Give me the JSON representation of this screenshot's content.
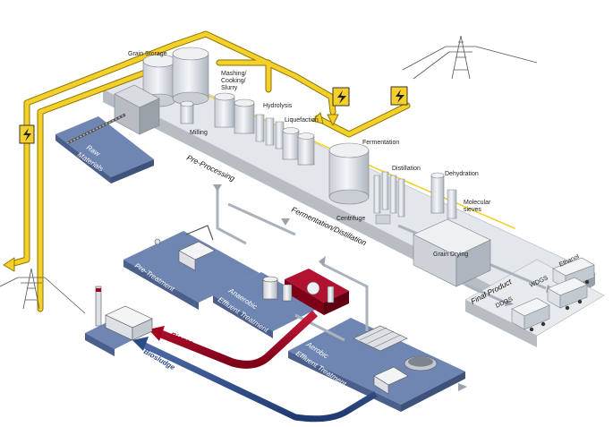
{
  "labels": {
    "grain_storage": "Grain Storage",
    "mashing_line1": "Mashing/",
    "mashing_line2": "Cooking/",
    "mashing_line3": "Slurry",
    "hydrolysis": "Hydrolysis",
    "liquefaction": "Liquefaction",
    "milling": "Milling",
    "fermentation": "Fermentation",
    "distillation": "Distillation",
    "dehydration": "Dehydration",
    "molecular_line1": "Molecular",
    "molecular_line2": "sieves",
    "centrifuge": "Centrifuge",
    "grain_drying": "Grain Drying",
    "ethanol": "Ethanol",
    "wdgs": "WDGS",
    "ddgs": "DDGS"
  },
  "zones": {
    "raw_materials_line1": "Raw",
    "raw_materials_line2": "Materials",
    "pre_processing": "Pre-Processing",
    "fermentation_distillation": "Fermentation/Distillation",
    "final_product": "Final Product",
    "pre_treatment": "Pre-Treatment",
    "anaerobic_line1": "Anaerobic",
    "anaerobic_line2": "Effluent Treatment",
    "aerobic_line1": "Aerobic",
    "aerobic_line2": "Effluent Treatment"
  },
  "flows": {
    "biogas": "Biogas",
    "biosludge": "Biosludge"
  },
  "colors": {
    "platform_top": "#e3e6ea",
    "platform_side": "#b8bdc4",
    "zone_blue": "#6f86b3",
    "zone_blue_dark": "#4a5f8c",
    "power_yellow": "#f5d02a",
    "power_outline": "#8a7600",
    "biogas_red": "#a4001f",
    "biosludge_blue": "#2c4a85",
    "tank_fill": "#dfe3e8",
    "tank_stroke": "#7d848d",
    "pipe": "#aab2bc"
  }
}
